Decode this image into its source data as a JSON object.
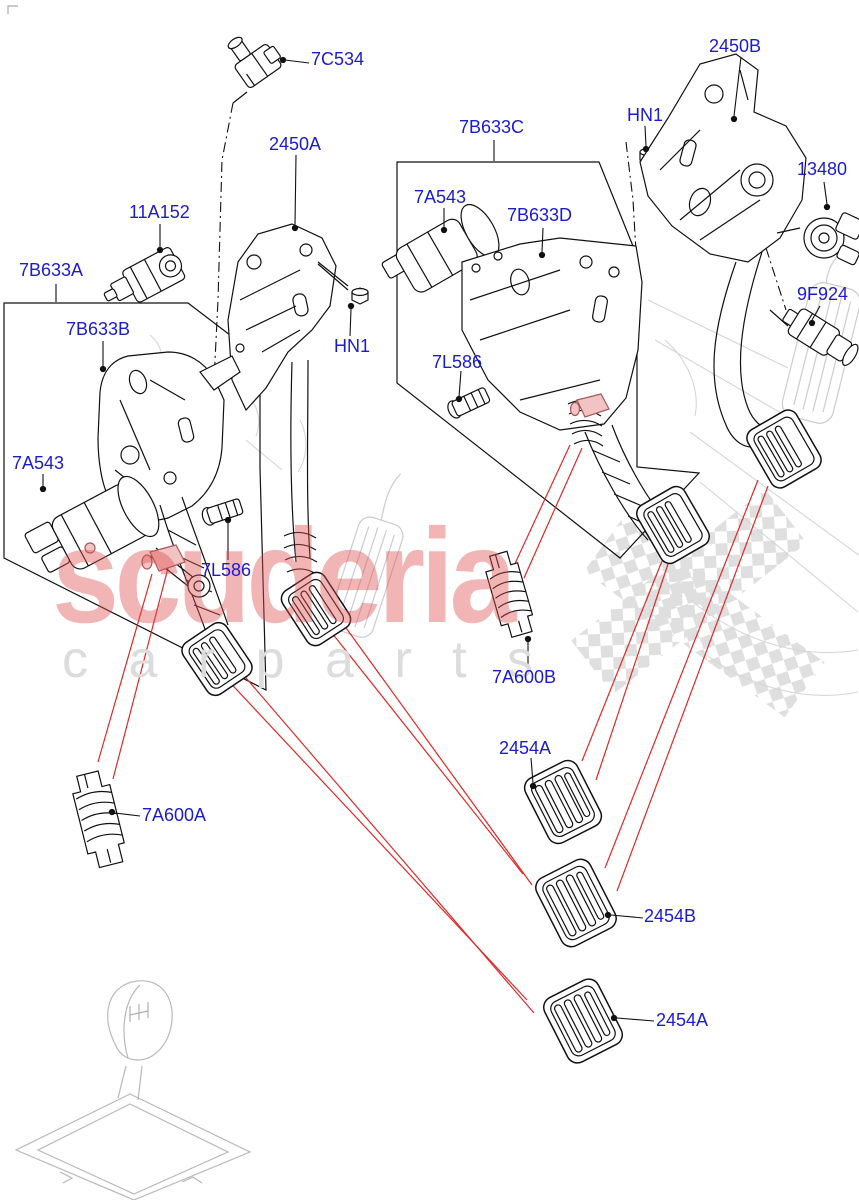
{
  "watermark": {
    "brand": "scuderia",
    "tagline": "c a r   p a r t s"
  },
  "colors": {
    "label_blue": "#1b1bd1",
    "callout_red": "#e02828",
    "watermark_red": "#e05050",
    "watermark_gray": "#dcdcdc",
    "ghost_gray": "#d4d4d4",
    "highlight_pink": "#f2c3c3",
    "line_black": "#111111"
  },
  "labels": [
    {
      "id": "switch-top",
      "text": "7C534"
    },
    {
      "id": "pedal-a",
      "text": "2450A"
    },
    {
      "id": "pedal-b",
      "text": "2450B"
    },
    {
      "id": "box-c",
      "text": "7B633C"
    },
    {
      "id": "nut-right",
      "text": "HN1"
    },
    {
      "id": "sensor-13480",
      "text": "13480"
    },
    {
      "id": "sensor-11a152",
      "text": "11A152"
    },
    {
      "id": "box-a",
      "text": "7B633A"
    },
    {
      "id": "actuator-mid",
      "text": "7A543"
    },
    {
      "id": "bracket-d",
      "text": "7B633D"
    },
    {
      "id": "sensor-9f924",
      "text": "9F924"
    },
    {
      "id": "bracket-b",
      "text": "7B633B"
    },
    {
      "id": "nut-left",
      "text": "HN1"
    },
    {
      "id": "bolt-mid",
      "text": "7L586"
    },
    {
      "id": "actuator-left",
      "text": "7A543"
    },
    {
      "id": "bolt-left",
      "text": "7L586"
    },
    {
      "id": "boot-b",
      "text": "7A600B"
    },
    {
      "id": "pad-a-mid",
      "text": "2454A"
    },
    {
      "id": "boot-a",
      "text": "7A600A"
    },
    {
      "id": "pad-b",
      "text": "2454B"
    },
    {
      "id": "pad-a-bottom",
      "text": "2454A"
    }
  ]
}
